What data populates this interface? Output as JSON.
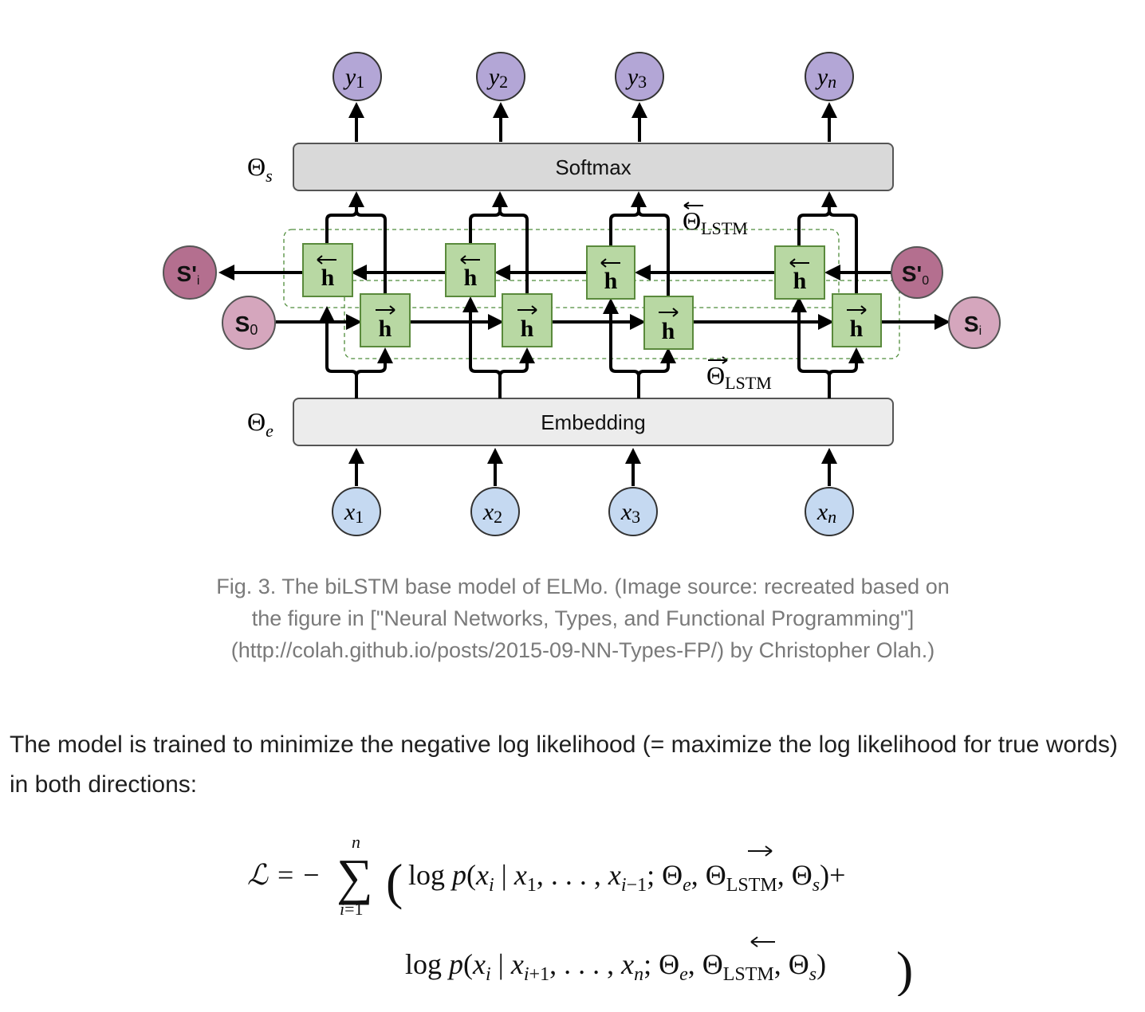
{
  "figure": {
    "outputs": [
      "y1",
      "y2",
      "y3",
      "yn"
    ],
    "inputs": [
      "x1",
      "x2",
      "x3",
      "xn"
    ],
    "softmax_label": "Softmax",
    "embedding_label": "Embedding",
    "theta_s": "Θs",
    "theta_e": "Θe",
    "theta_lstm_backward": "ΘLSTM",
    "theta_lstm_forward": "ΘLSTM",
    "s_prime_i": "S'i",
    "s_prime_0": "S'0",
    "s_0": "S0",
    "s_i": "Si",
    "hidden_label": "h"
  },
  "caption": {
    "line1": "Fig. 3. The biLSTM base model of ELMo. (Image source: recreated based on",
    "line2": "the figure in [\"Neural Networks, Types, and Functional Programming\"]",
    "line3": "(http://colah.github.io/posts/2015-09-NN-Types-FP/) by Christopher Olah.)"
  },
  "paragraph": "The model is trained to minimize the negative log likelihood (= maximize the log likelihood for true words) in both directions:",
  "equation": {
    "line1": "ℒ = − Σ_{i=1}^{n} ( log p(xi | x1, …, xi−1; Θe, →ΘLSTM, Θs)+",
    "line2": "log p(xi | xi+1, …, xn; Θe, ←ΘLSTM, Θs) )"
  },
  "colors": {
    "output_node": "#b3a6d6",
    "input_node": "#c5d9f1",
    "state_prime": "#b46f8f",
    "state": "#d5a6bd",
    "hidden_cell": "#b8d8a3",
    "hidden_border": "#5a8a3c",
    "softmax_fill": "#d9d9d9",
    "embedding_fill": "#ececec",
    "caption_text": "#7a7a7a"
  }
}
